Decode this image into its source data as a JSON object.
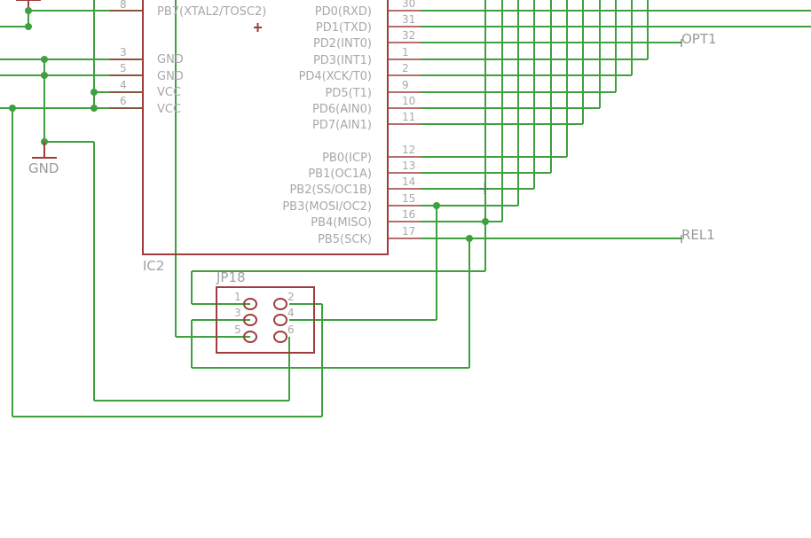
{
  "ic": {
    "refdes": "IC2",
    "left_pins": [
      {
        "num": "8",
        "label": "PB7(XTAL2/TOSC2)"
      },
      {
        "num": "3",
        "label": "GND"
      },
      {
        "num": "5",
        "label": "GND"
      },
      {
        "num": "4",
        "label": "VCC"
      },
      {
        "num": "6",
        "label": "VCC"
      }
    ],
    "right_pins": [
      {
        "num": "30",
        "label": "PD0(RXD)"
      },
      {
        "num": "31",
        "label": "PD1(TXD)"
      },
      {
        "num": "32",
        "label": "PD2(INT0)"
      },
      {
        "num": "1",
        "label": "PD3(INT1)"
      },
      {
        "num": "2",
        "label": "PD4(XCK/T0)"
      },
      {
        "num": "9",
        "label": "PD5(T1)"
      },
      {
        "num": "10",
        "label": "PD6(AIN0)"
      },
      {
        "num": "11",
        "label": "PD7(AIN1)"
      },
      {
        "num": "12",
        "label": "PB0(ICP)"
      },
      {
        "num": "13",
        "label": "PB1(OC1A)"
      },
      {
        "num": "14",
        "label": "PB2(SS/OC1B)"
      },
      {
        "num": "15",
        "label": "PB3(MOSI/OC2)"
      },
      {
        "num": "16",
        "label": "PB4(MISO)"
      },
      {
        "num": "17",
        "label": "PB5(SCK)"
      }
    ]
  },
  "header": {
    "refdes": "JP18",
    "pin_numbers": [
      "1",
      "2",
      "3",
      "4",
      "5",
      "6"
    ]
  },
  "nets": {
    "gnd": "GND",
    "opt1": "OPT1",
    "rel1": "REL1"
  },
  "colors": {
    "wire": "#3ea03e",
    "component": "#a03c3c",
    "text": "#a8a8a8",
    "background": "#ffffff"
  }
}
